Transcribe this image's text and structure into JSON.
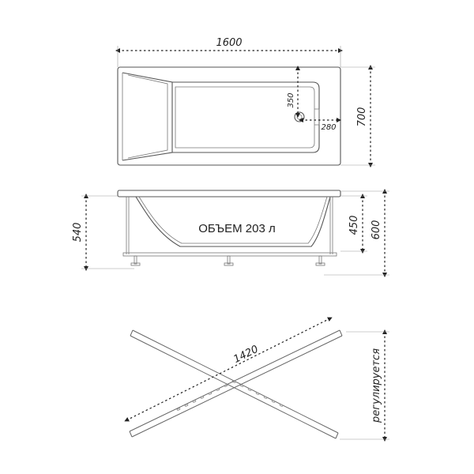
{
  "dimensions": {
    "length": "1600",
    "width": "700",
    "drain_from_side": "350",
    "drain_from_end": "280",
    "height_min": "540",
    "tub_depth": "450",
    "height_max": "600",
    "frame_span": "1420",
    "adjustable": "регулируется"
  },
  "volume_label": "ОБЪЕМ 203 л"
}
